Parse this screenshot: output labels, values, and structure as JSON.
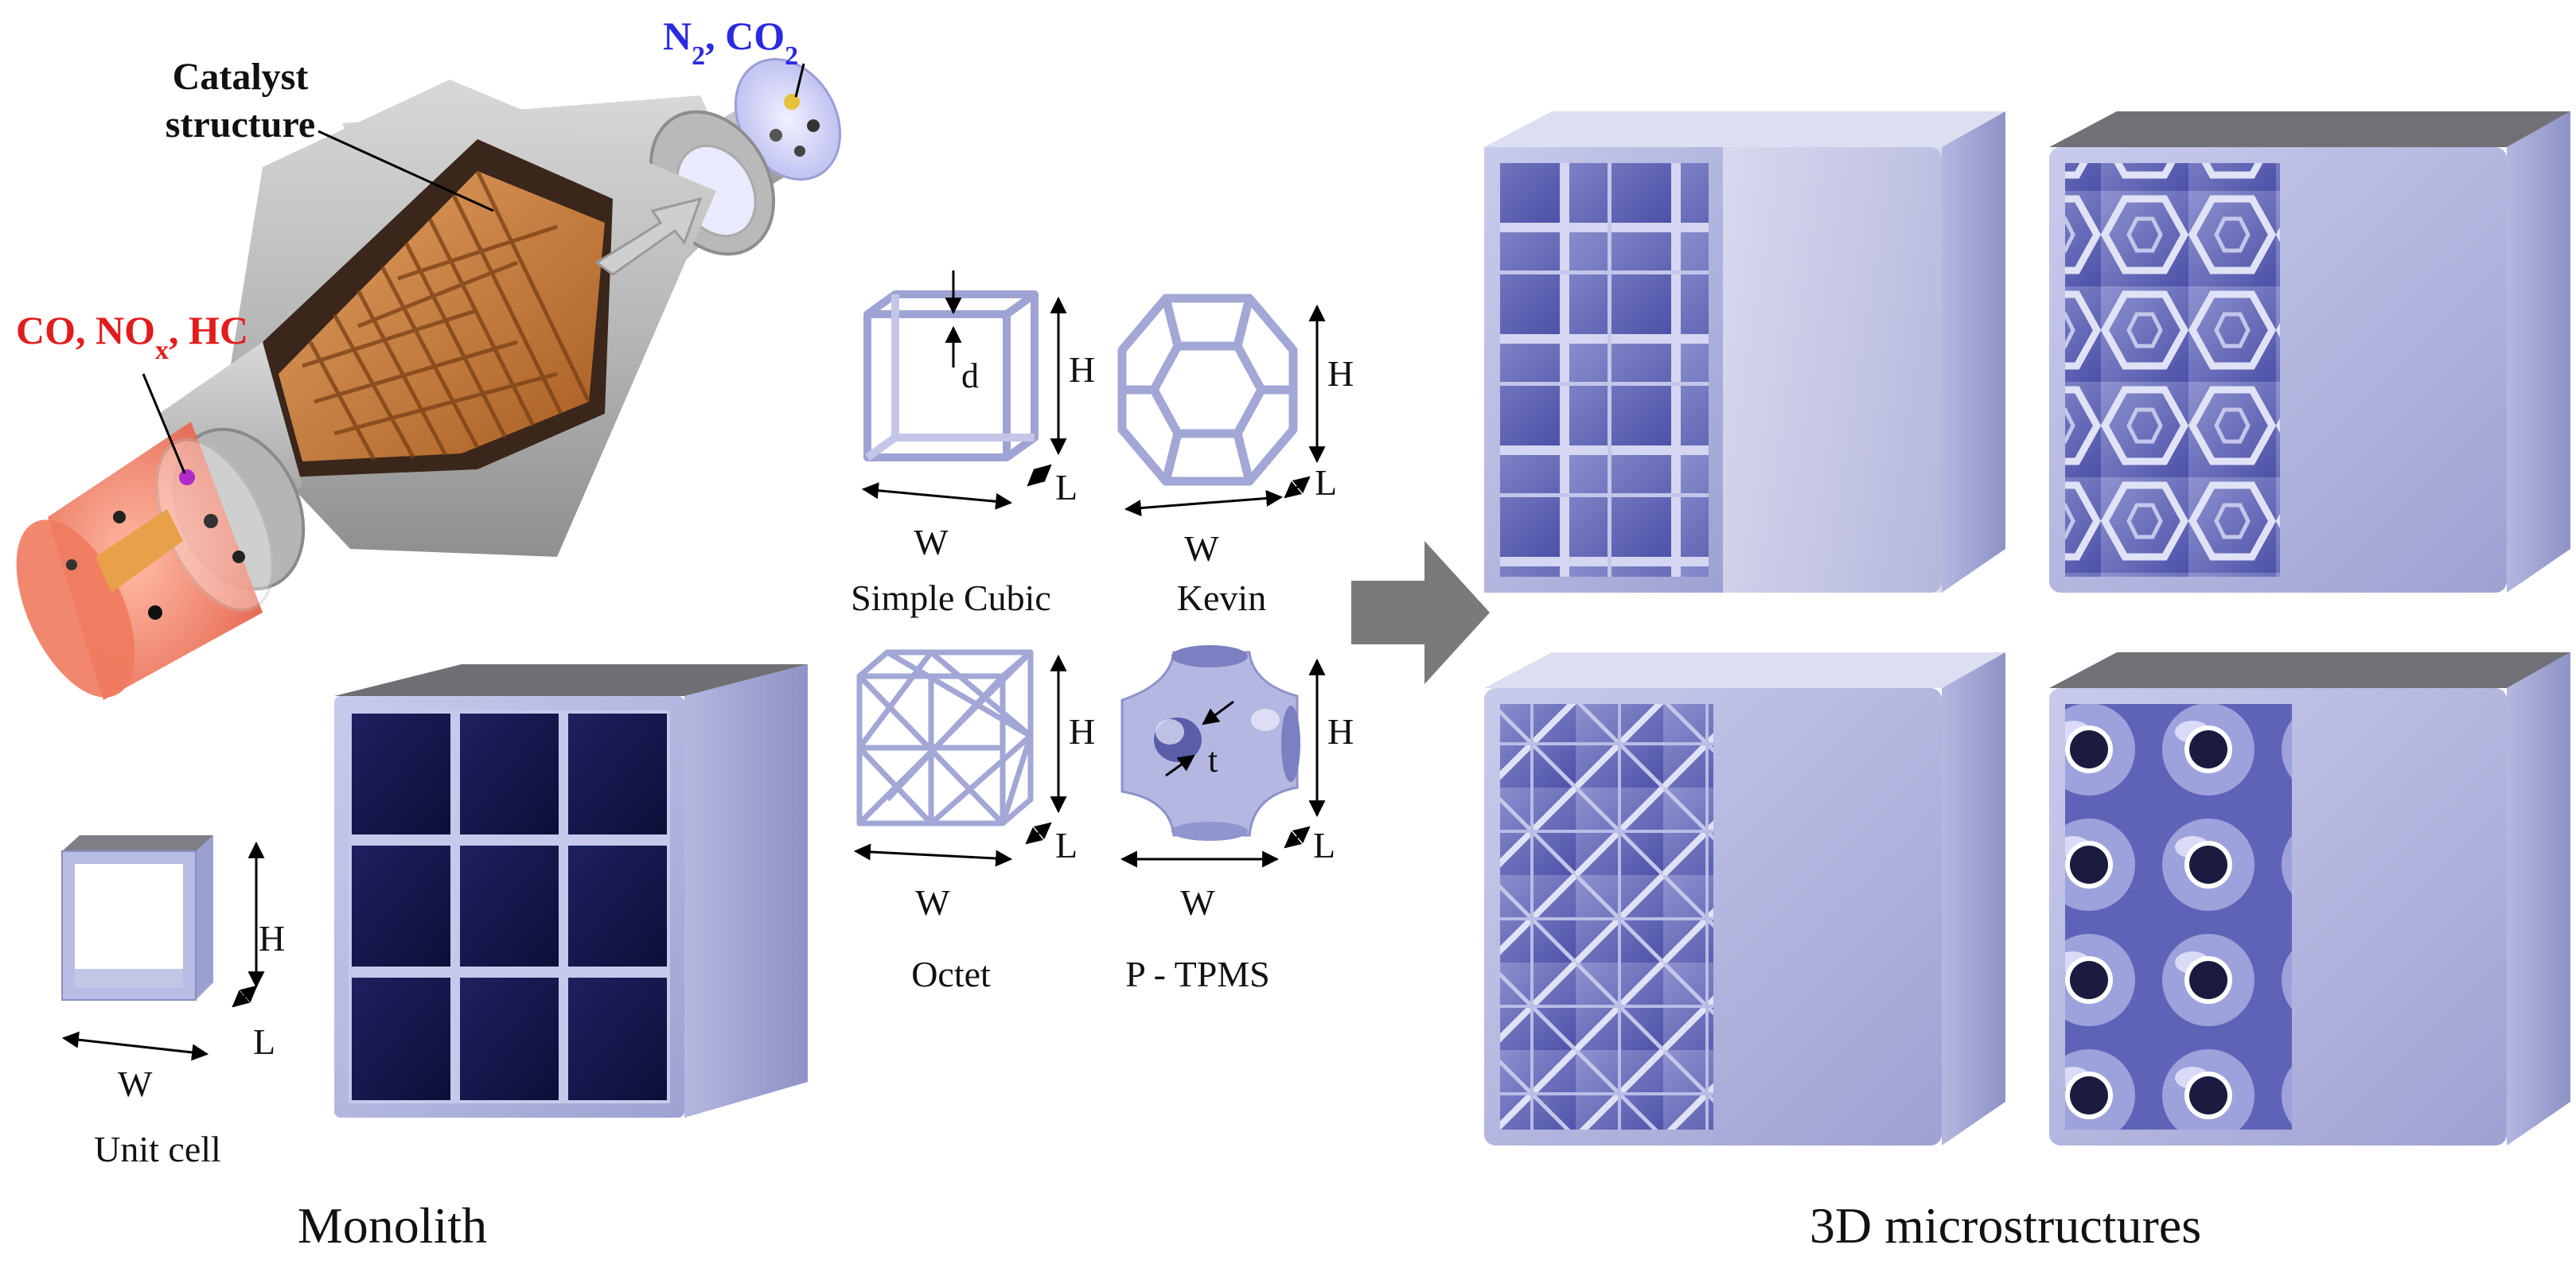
{
  "converter": {
    "catalyst_label_line1": "Catalyst",
    "catalyst_label_line2": "structure",
    "outlet_gases": {
      "n": "N",
      "sub1": "2",
      "mid": ", CO",
      "sub2": "2"
    },
    "inlet_gases": {
      "a": "CO, NO",
      "sub": "x",
      "b": ", HC"
    },
    "colors": {
      "outlet": "#2a2ae0",
      "inlet": "#e21c1c",
      "catalyst": "#c77a36",
      "shell": "#a7a7a7"
    }
  },
  "unit_cells": [
    {
      "name": "Simple Cubic",
      "dims": {
        "h": "H",
        "w": "W",
        "l": "L",
        "thickness": "d"
      }
    },
    {
      "name": "Kevin",
      "dims": {
        "h": "H",
        "w": "W",
        "l": "L"
      }
    },
    {
      "name": "Octet",
      "dims": {
        "h": "H",
        "w": "W",
        "l": "L"
      }
    },
    {
      "name": "P - TPMS",
      "dims": {
        "h": "H",
        "w": "W",
        "l": "L",
        "thickness": "t"
      }
    }
  ],
  "monolith_unit": {
    "name": "Unit cell",
    "h": "H",
    "w": "W",
    "l": "L"
  },
  "section_titles": {
    "monolith": "Monolith",
    "micro": "3D microstructures"
  },
  "colors": {
    "structure": "#a9acd6",
    "cell_dark": "#15164a",
    "arrow": "#7a7a7a"
  }
}
